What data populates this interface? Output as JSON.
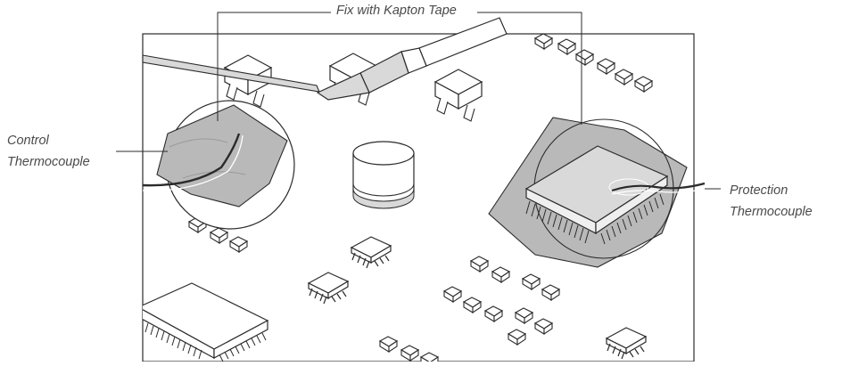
{
  "labels": {
    "top": "Fix with Kapton Tape",
    "control_line1": "Control",
    "control_line2": "Thermocouple",
    "protection_line1": "Protection",
    "protection_line2": "Thermocouple"
  },
  "colors": {
    "line": "#2b2b2b",
    "tape": "#b9b9b9",
    "tape_dark": "#9a9a9a",
    "chip_fill": "#d9d9d9",
    "text": "#4a4a4a"
  },
  "icons": [
    "soldering-iron-icon",
    "probe-icon",
    "capacitor-icon",
    "chip-icon",
    "smd-component-icon",
    "thermocouple-wire-icon"
  ]
}
